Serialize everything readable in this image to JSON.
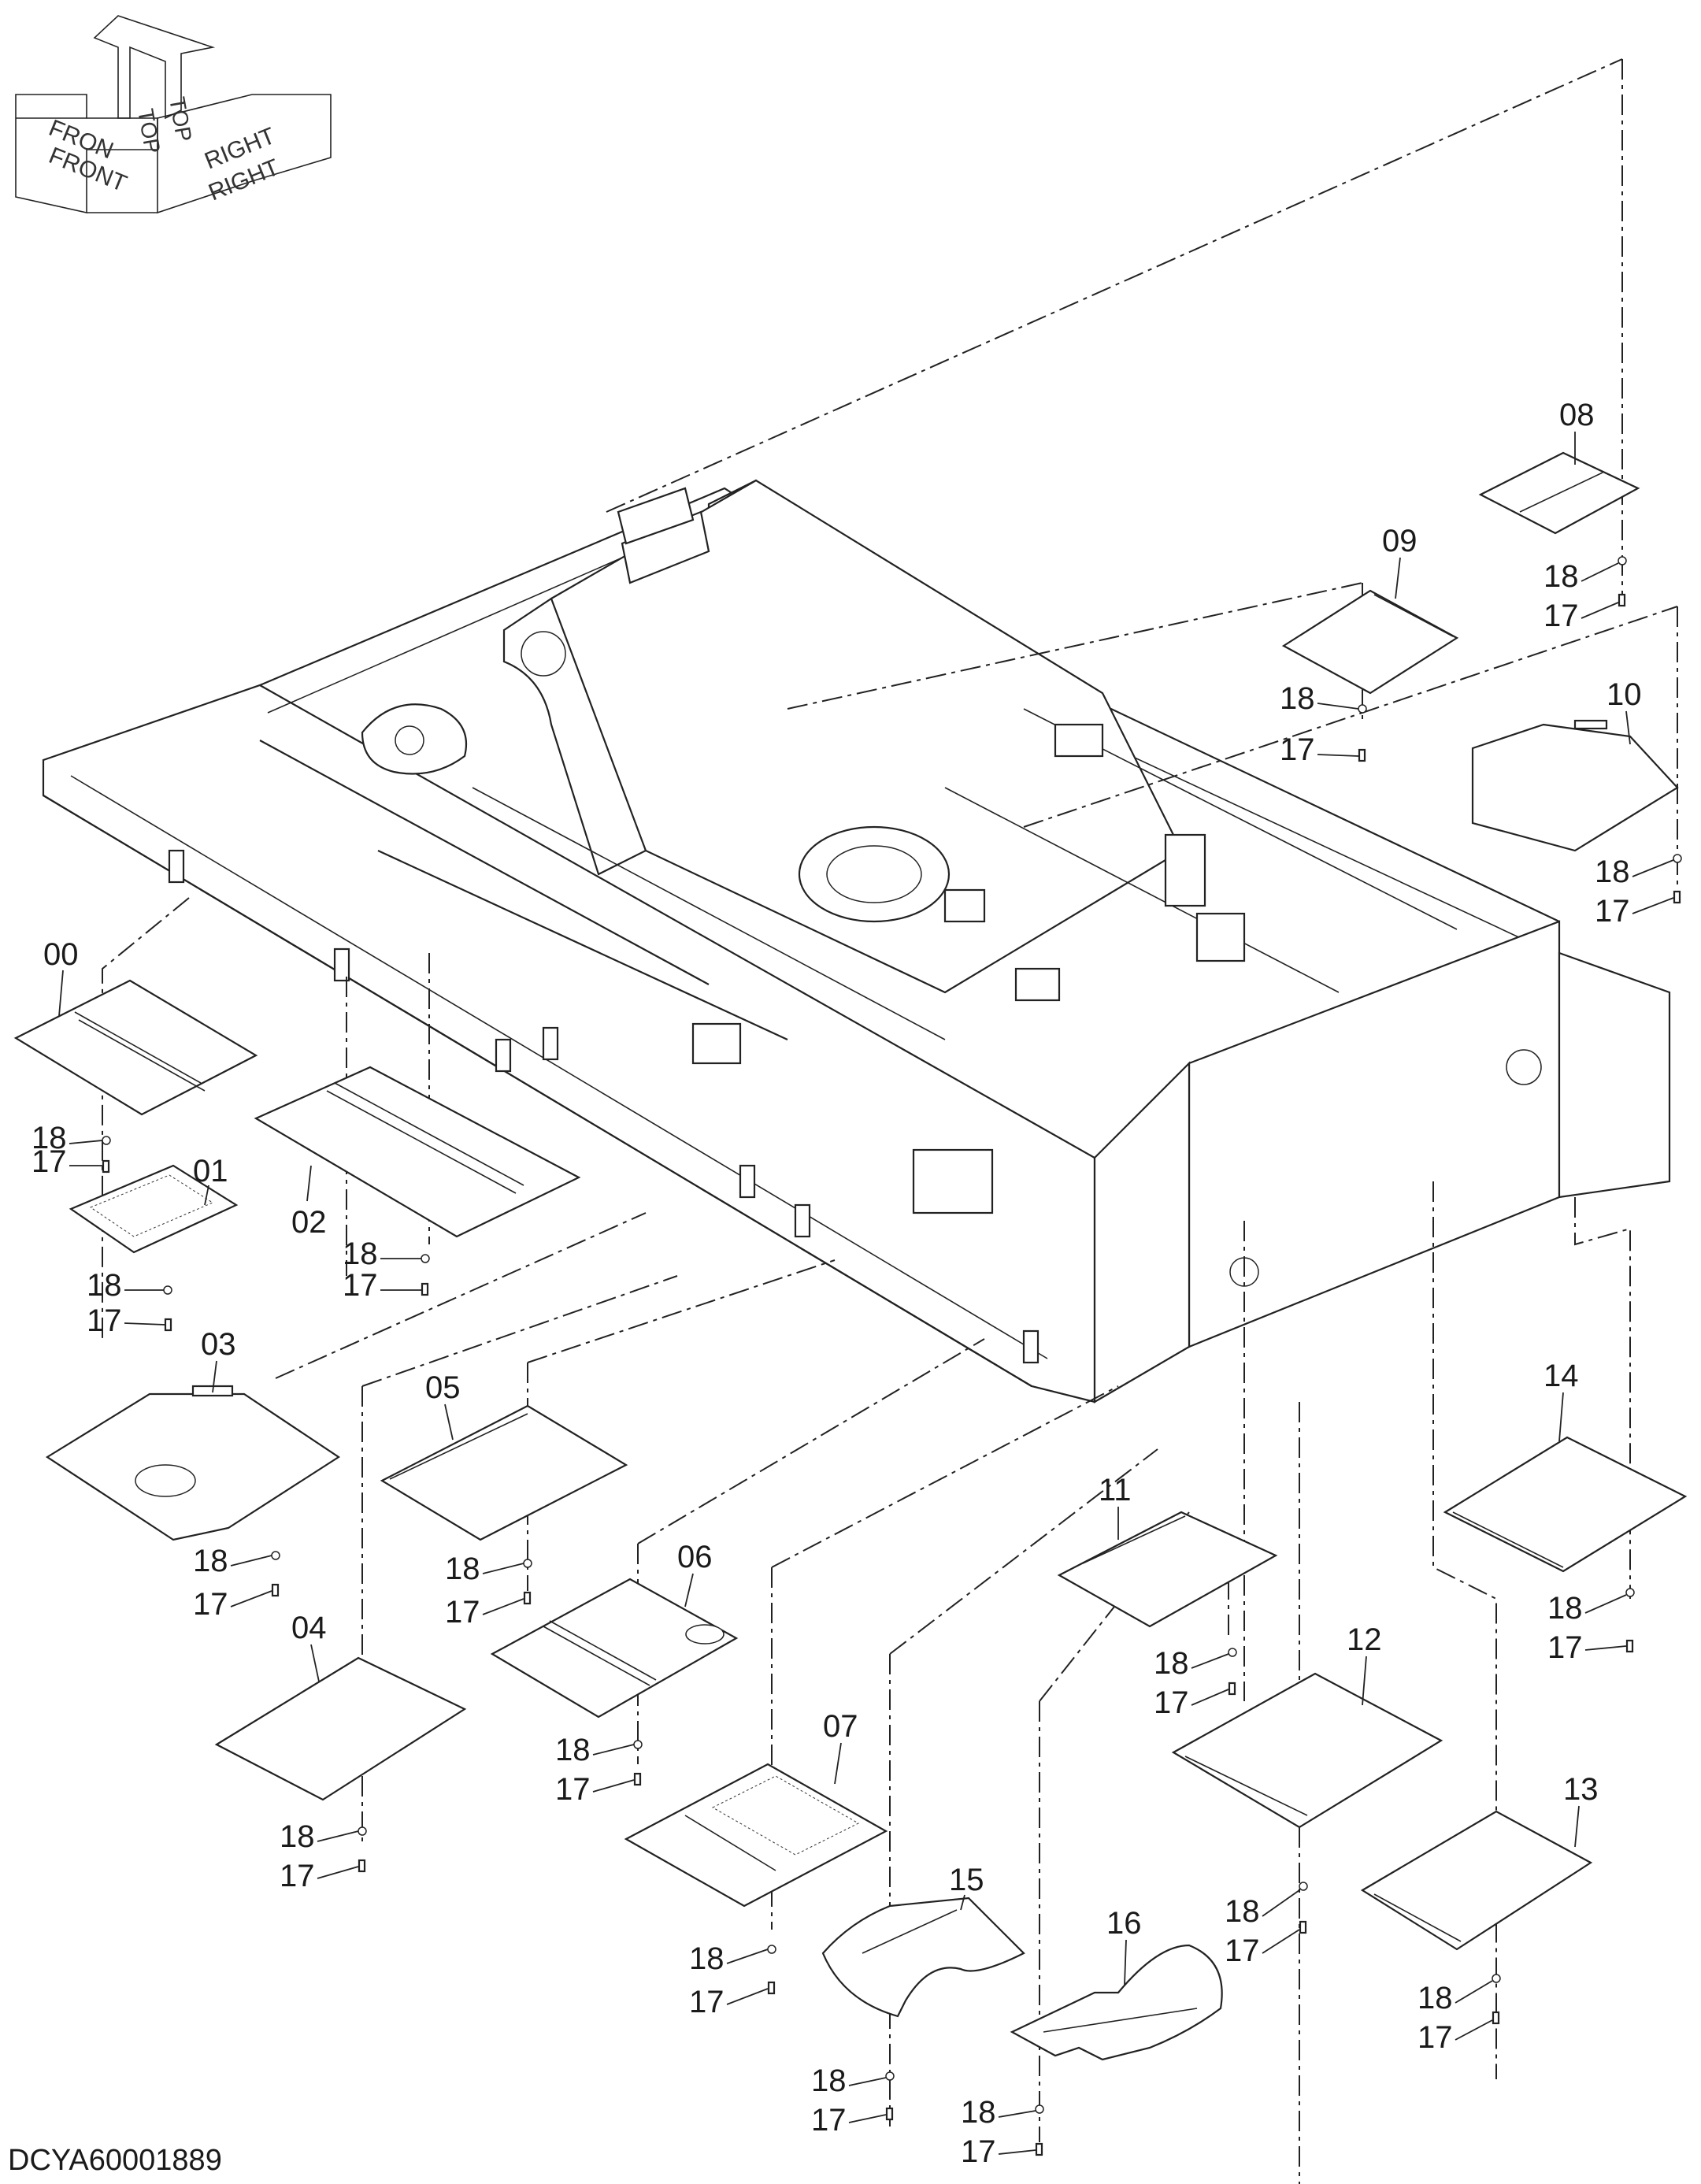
{
  "drawing": {
    "document_id": "DCYA60001889",
    "orientation": {
      "front": "FRONT",
      "front_shadow": "FRON",
      "top": "TOP",
      "right": "RIGHT"
    }
  },
  "callouts": [
    "00",
    "01",
    "02",
    "03",
    "04",
    "05",
    "06",
    "07",
    "08",
    "09",
    "10",
    "11",
    "12",
    "13",
    "14",
    "15",
    "16"
  ],
  "fasteners": {
    "washer": "18",
    "bolt": "17"
  },
  "colors": {
    "line": "#222222",
    "background": "#ffffff"
  }
}
